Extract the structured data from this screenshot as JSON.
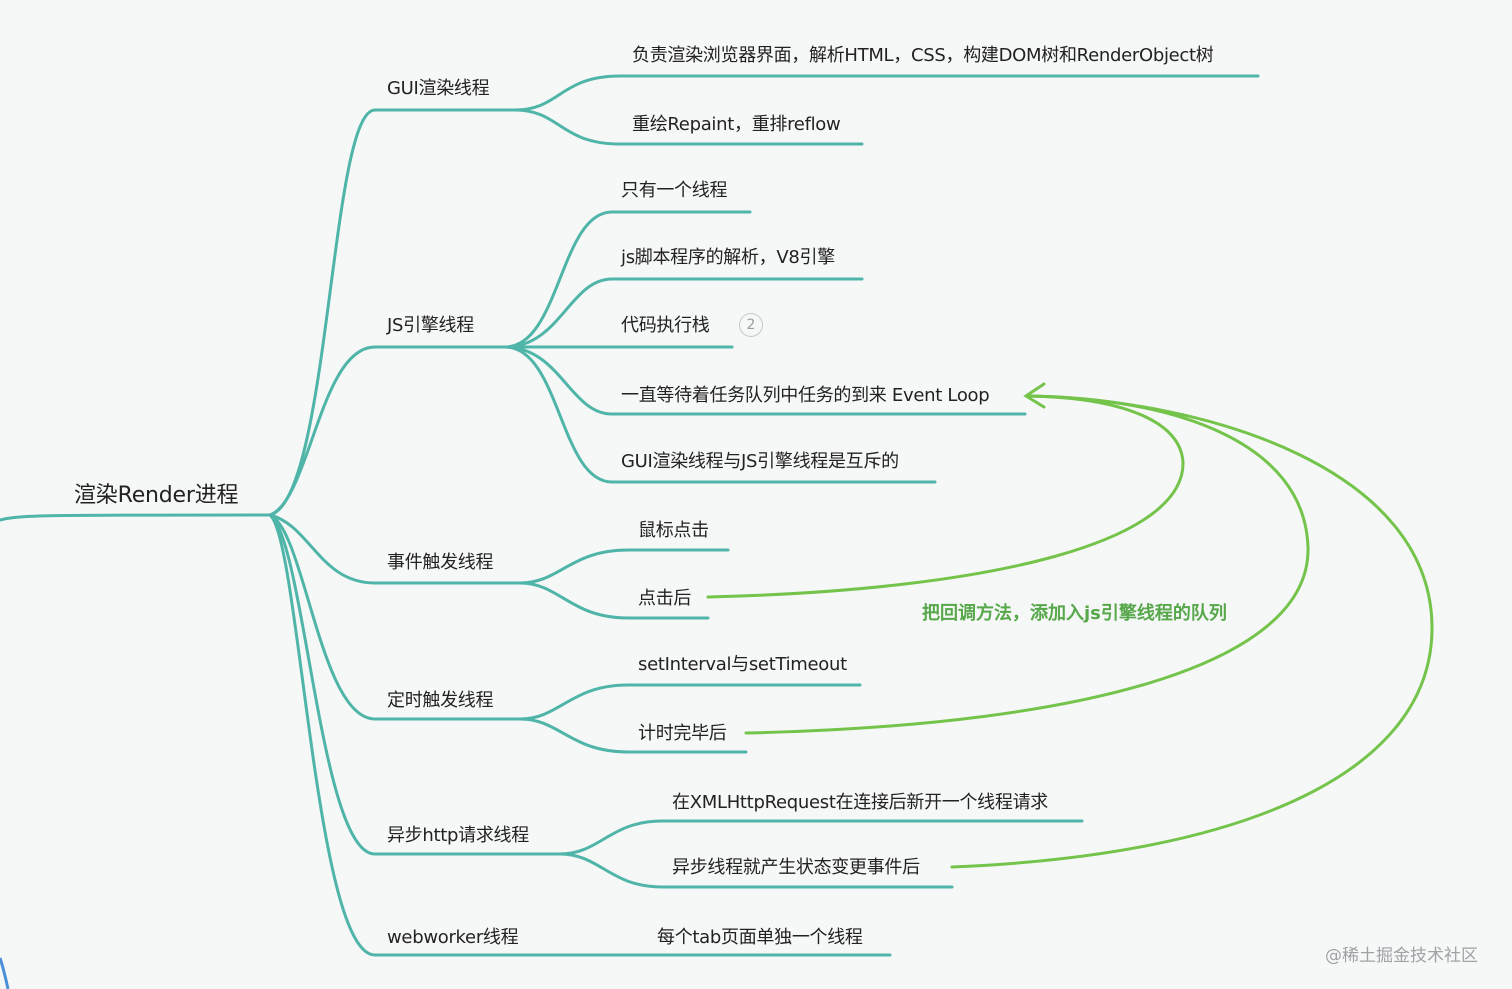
{
  "root": "渲染Render进程",
  "branches": [
    {
      "label": "GUI渲染线程",
      "children": [
        "负责渲染浏览器界面，解析HTML，CSS，构建DOM树和RenderObject树",
        "重绘Repaint，重排reflow"
      ]
    },
    {
      "label": "JS引擎线程",
      "children": [
        "只有一个线程",
        "js脚本程序的解析，V8引擎",
        "代码执行栈",
        "一直等待着任务队列中任务的到来 Event Loop",
        "GUI渲染线程与JS引擎线程是互斥的"
      ],
      "badge": "2"
    },
    {
      "label": "事件触发线程",
      "children": [
        "鼠标点击",
        "点击后"
      ]
    },
    {
      "label": "定时触发线程",
      "children": [
        "setInterval与setTimeout",
        "计时完毕后"
      ]
    },
    {
      "label": "异步http请求线程",
      "children": [
        "在XMLHttpRequest在连接后新开一个线程请求",
        "异步线程就产生状态变更事件后"
      ]
    },
    {
      "label": "webworker线程",
      "children": [
        "每个tab页面单独一个线程"
      ]
    }
  ],
  "annotation": "把回调方法，添加入js引擎线程的队列",
  "watermark": "@稀土掘金技术社区",
  "colors": {
    "branch": "#4fb5a8",
    "arrow": "#74c44b",
    "annotation": "#57a84a",
    "background": "#f6f7f7"
  }
}
